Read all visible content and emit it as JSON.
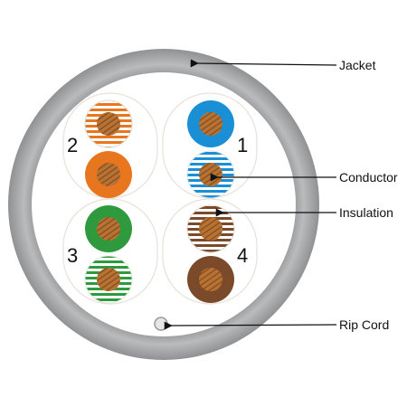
{
  "labels": {
    "jacket": "Jacket",
    "conductor": "Conductor",
    "insulation": "Insulation",
    "rip_cord": "Rip Cord"
  },
  "pairs": [
    {
      "number": "1",
      "solid": "blue",
      "striped": "blue-white"
    },
    {
      "number": "2",
      "solid": "orange",
      "striped": "orange-white"
    },
    {
      "number": "3",
      "solid": "green",
      "striped": "green-white"
    },
    {
      "number": "4",
      "solid": "brown",
      "striped": "brown-white"
    }
  ],
  "colors": {
    "jacket": "#a7a9ab",
    "jacket_dark": "#8c8e90",
    "conductor": "#b87333",
    "blue": "#1a8fd6",
    "orange": "#e8761e",
    "green": "#2e9a3d",
    "brown": "#7a4a2a",
    "white": "#ffffff",
    "rip_cord": "#e6e6e6"
  }
}
